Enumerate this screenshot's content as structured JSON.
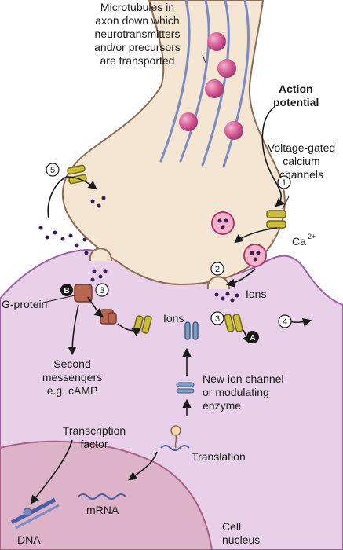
{
  "labels": {
    "microtubules": [
      "Microtubules in",
      "axon down which",
      "neurotransmitters",
      "and/or precursors",
      "are transported"
    ],
    "action_potential": [
      "Action",
      "potential"
    ],
    "voltage_gated": [
      "Voltage-gated",
      "calcium",
      "channels"
    ],
    "calcium": "Ca",
    "calcium_charge": "2+",
    "g_protein": "G-protein",
    "ions_left": "Ions",
    "ions_right": "Ions",
    "second_messengers": [
      "Second",
      "messengers",
      "e.g. cAMP"
    ],
    "new_ion_channel": [
      "New ion channel",
      "or modulating",
      "enzyme"
    ],
    "transcription_factor": [
      "Transcription",
      "factor"
    ],
    "translation": "Translation",
    "mrna": "mRNA",
    "dna": "DNA",
    "cell_nucleus": [
      "Cell",
      "nucleus"
    ]
  },
  "step_numbers": {
    "one": "1",
    "two": "2",
    "three_left": "3",
    "three_right": "3",
    "four": "4",
    "five": "5"
  },
  "badges": {
    "a": "A",
    "b": "B"
  },
  "colors": {
    "terminal_fill": "#f5e6d3",
    "cell_fill": "#e6cce6",
    "cell_stroke": "#9c5fa3",
    "nucleus_fill": "#ddb8c8",
    "vesicle": "#d65c95",
    "dots": "#3d1a5c",
    "channel": "#c9bd3b",
    "g_protein": "#b8664f",
    "microtubule": "#7b8bc4"
  }
}
